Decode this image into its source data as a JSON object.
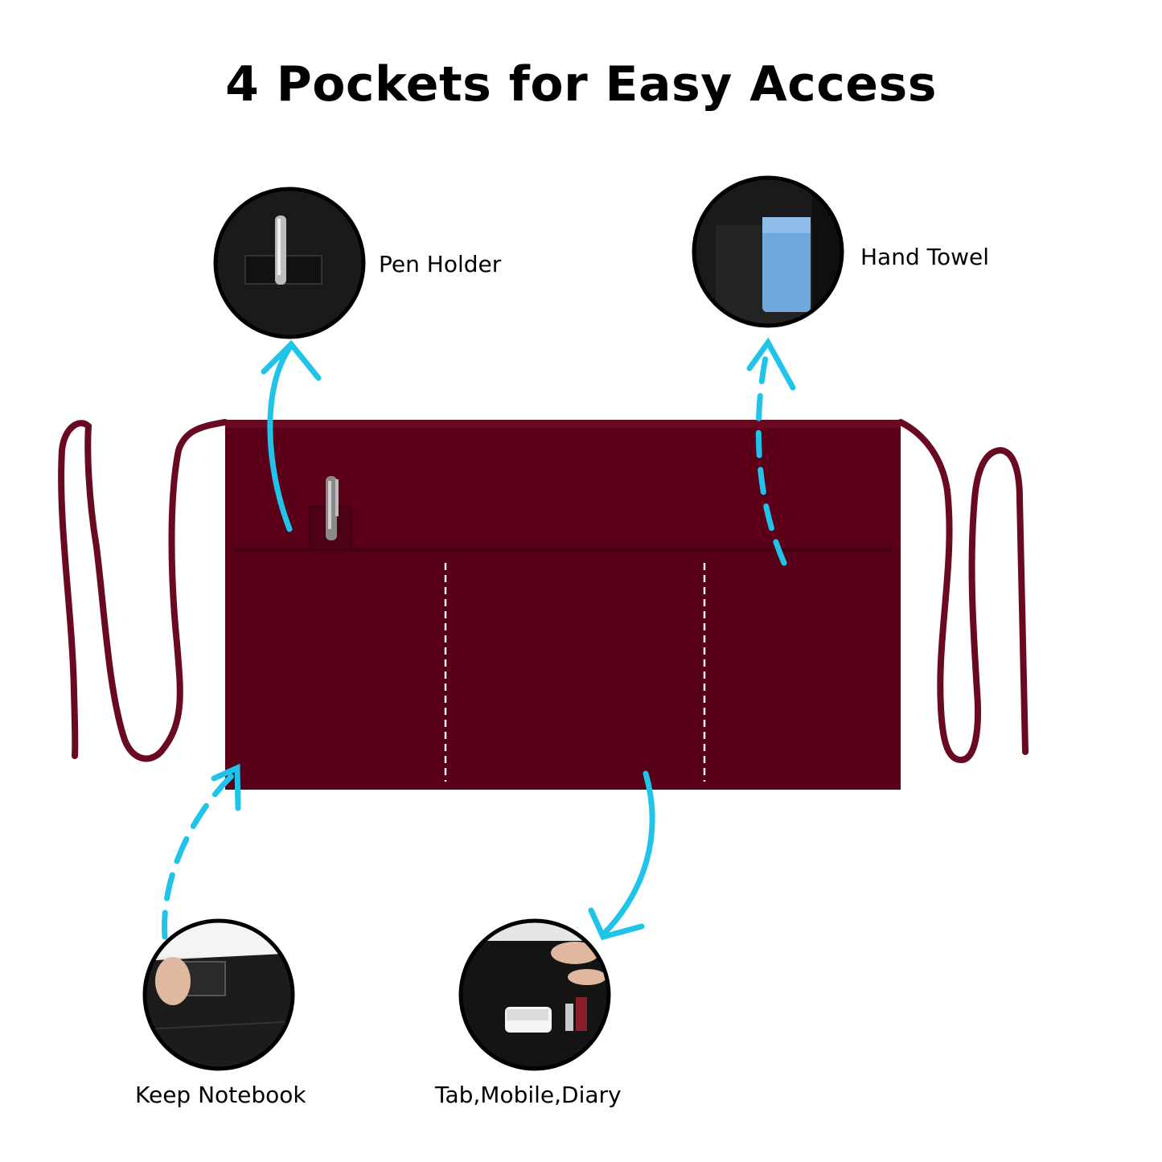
{
  "title": "4 Pockets for Easy Access",
  "callouts": [
    {
      "label": "Pen Holder",
      "icon": "pen-holder-closeup"
    },
    {
      "label": "Hand Towel",
      "icon": "hand-towel-closeup"
    },
    {
      "label": "Keep Notebook",
      "icon": "notebook-pocket-closeup"
    },
    {
      "label": "Tab,Mobile,Diary",
      "icon": "phone-pocket-closeup"
    }
  ],
  "colors": {
    "apron": "#5c0019",
    "apron_shadow": "#480012",
    "tie": "#6a0a22",
    "arrow": "#1fc4e8",
    "stitch": "#f2f2f2",
    "closeup_fabric": "#1a1a1a",
    "towel": "#6fa8dc"
  }
}
